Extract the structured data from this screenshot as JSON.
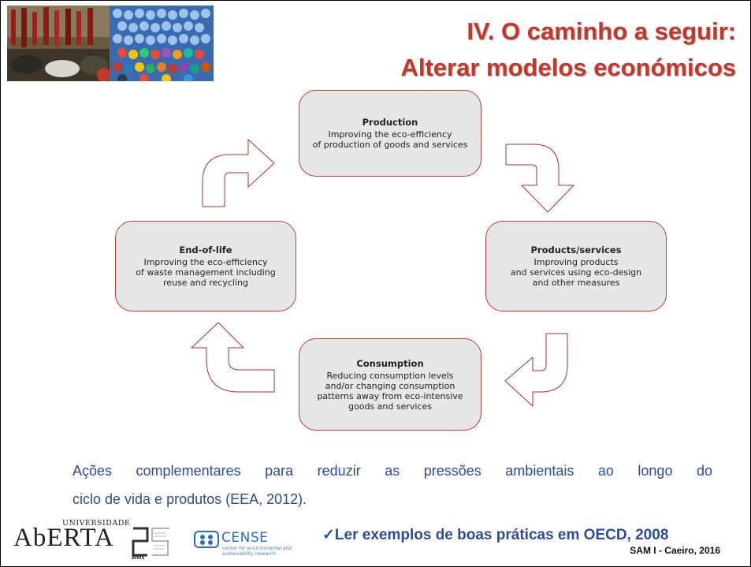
{
  "title": {
    "line1": "IV. O caminho a seguir:",
    "line2": "Alterar modelos económicos"
  },
  "diagram": {
    "boxes": [
      {
        "title": "Production",
        "text": "Improving the eco-efficiency\nof production of goods and services"
      },
      {
        "title": "Products/services",
        "text": "Improving products\nand services using eco-design\nand other measures"
      },
      {
        "title": "Consumption",
        "text": "Reducing consumption levels\nand/or changing consumption\npatterns away from eco-intensive\ngoods and services"
      },
      {
        "title": "End-of-life",
        "text": "Improving the eco-efficiency\nof  waste management including\nreuse and recycling"
      }
    ]
  },
  "caption": {
    "line1": "Ações complementares para reduzir as pressões ambientais ao longo do",
    "line2": "ciclo de vida e produtos (EEA, 2012)."
  },
  "footer": {
    "university_small": "UNIVERSIDADE",
    "university_name": "AbERTA",
    "anniversary_label": "anos",
    "cense_name": "CENSE",
    "cense_sub": "center for environmental and sustainability research",
    "note": "✓Ler exemplos de boas práticas em OECD, 2008",
    "credit": "SAM I - Caeiro, 2016"
  },
  "colors": {
    "title": "#c0392b",
    "box_fill": "#e6e6e6",
    "box_border": "#c0392b",
    "caption": "#2e4a9a"
  }
}
